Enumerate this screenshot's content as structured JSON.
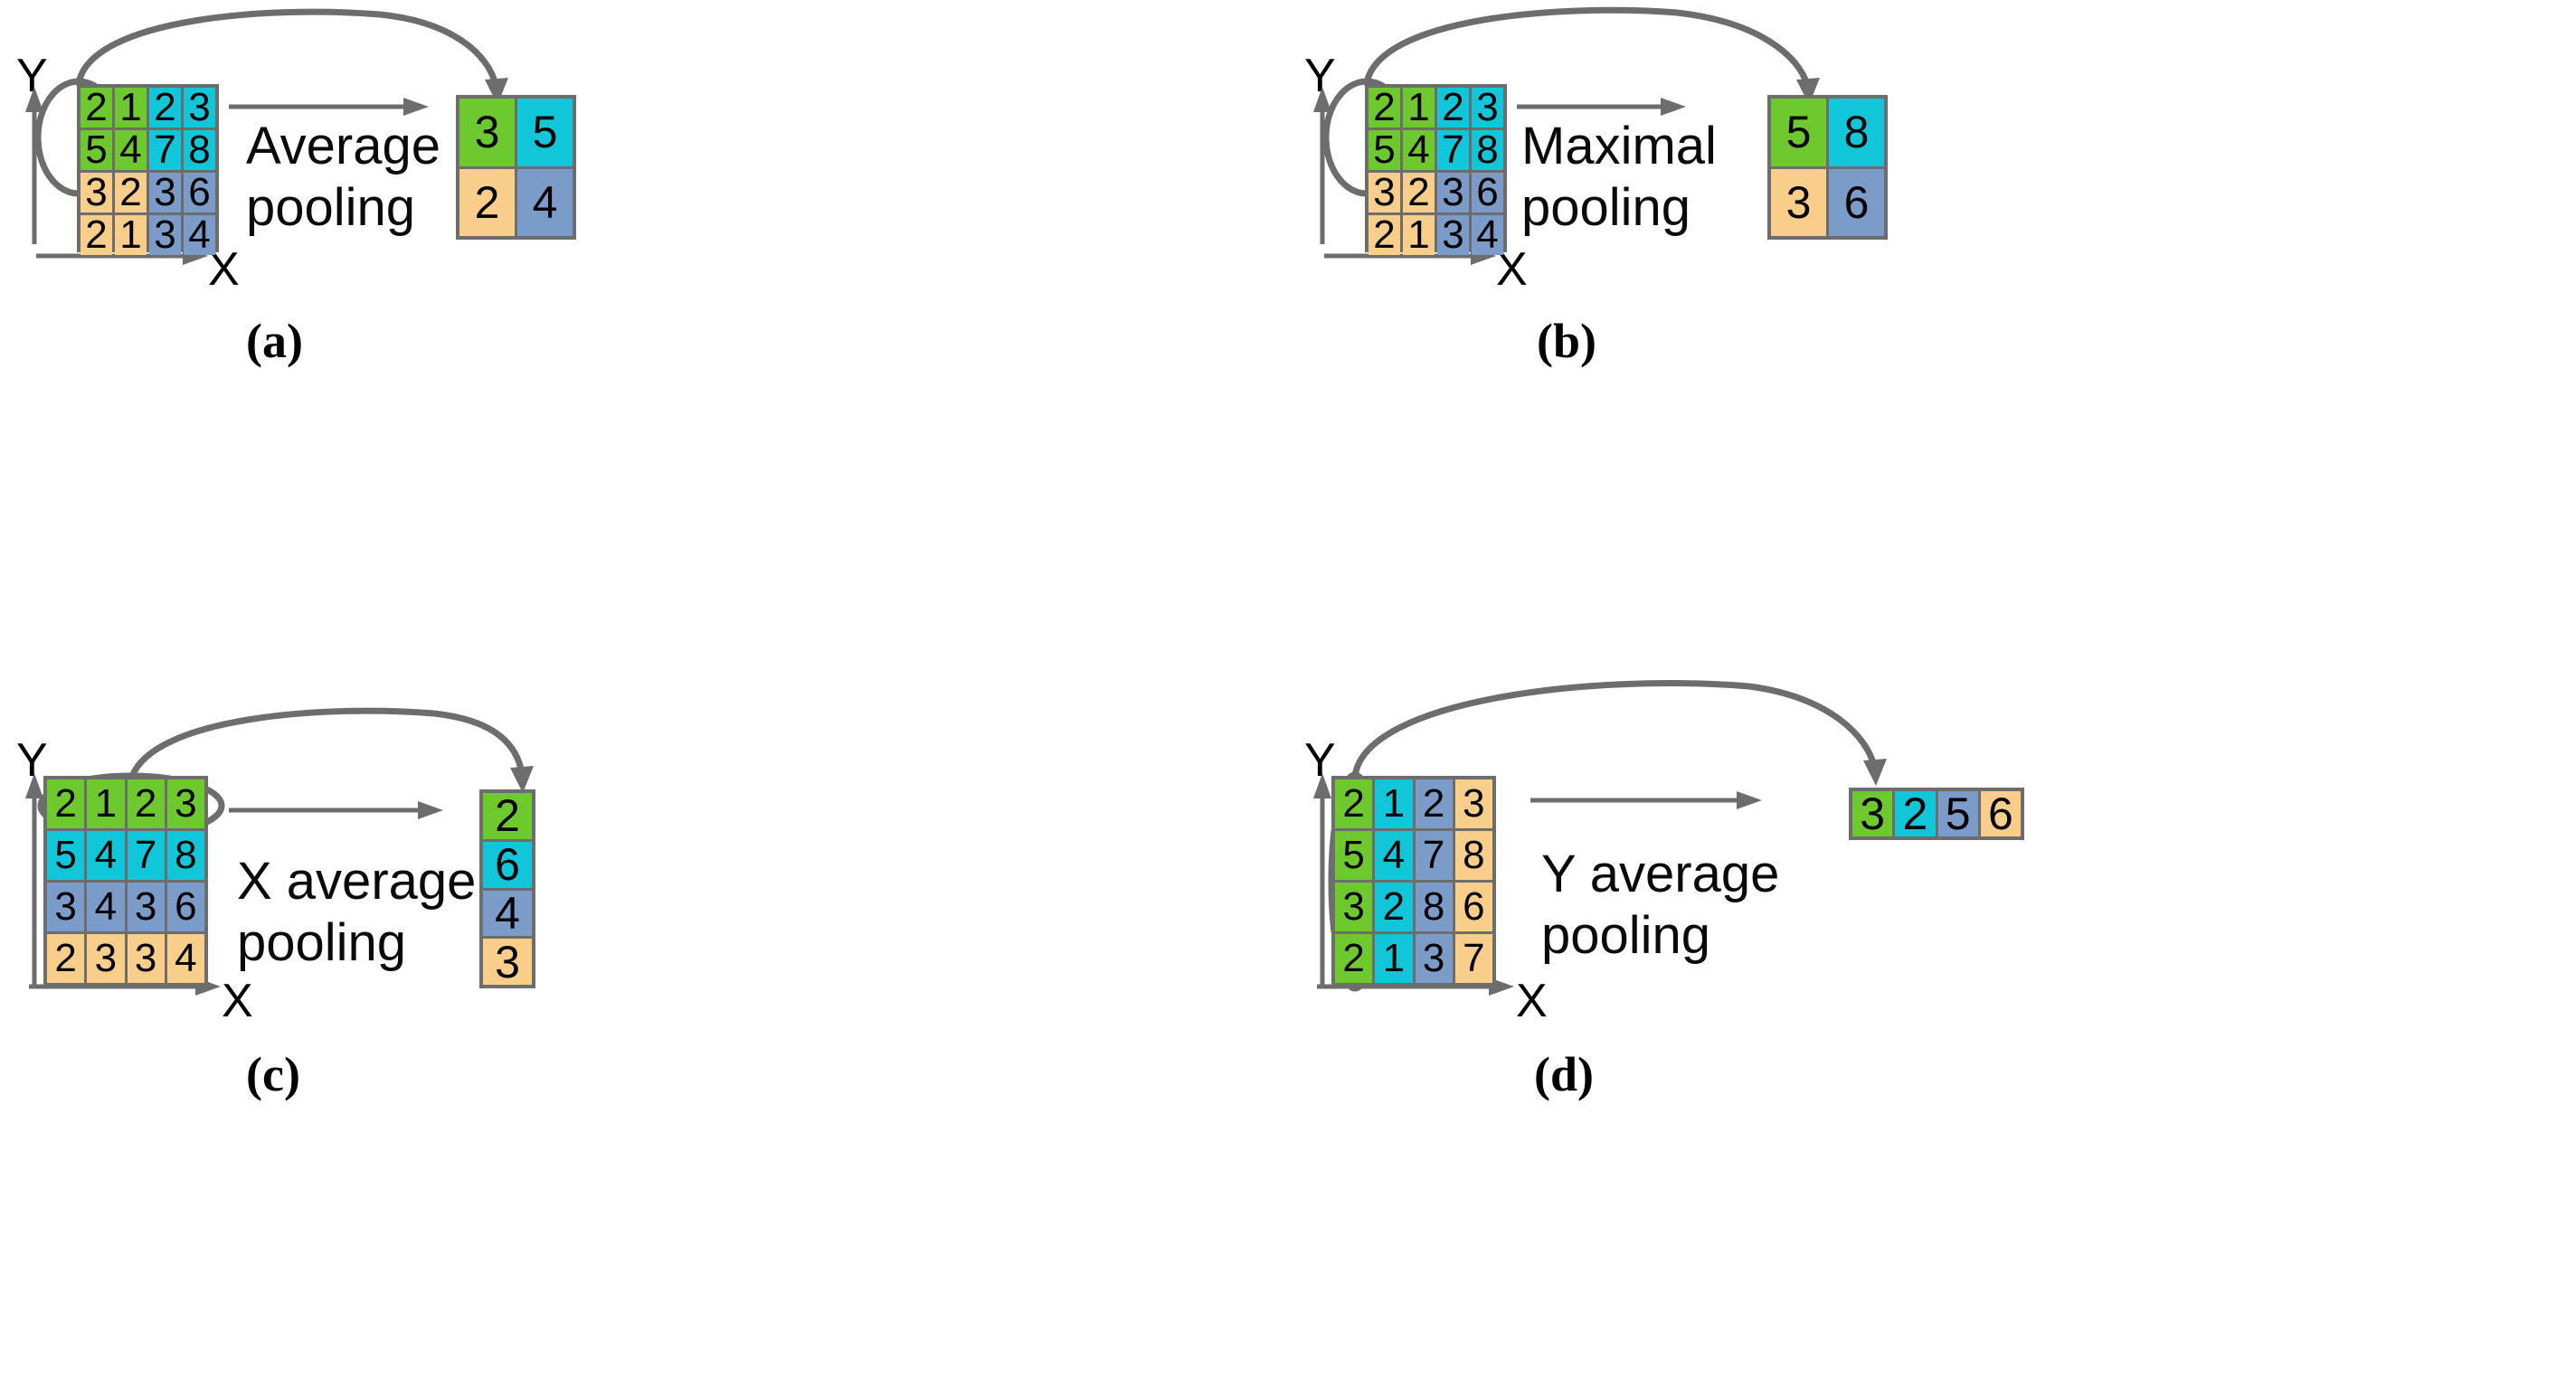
{
  "figure": {
    "title": "Pooling operation schematic",
    "colors": {
      "green": "#6ec92e",
      "cyan": "#10c6d8",
      "blue": "#7b9cc8",
      "orange": "#f9cd8a",
      "stroke": "#6d6d6d",
      "text": "#000000",
      "background": "#ffffff"
    }
  },
  "chart_data": {
    "type": "diagram",
    "title": "Pooling operation schematic",
    "panels": [
      {
        "id": "a",
        "caption": "(a)",
        "operation": "Average pooling",
        "operation_lines": [
          "Average",
          "pooling"
        ],
        "axis_y": "Y",
        "axis_x": "X",
        "input": {
          "rows": 4,
          "cols": 4,
          "values": [
            [
              2,
              1,
              2,
              3
            ],
            [
              5,
              4,
              7,
              8
            ],
            [
              3,
              2,
              3,
              6
            ],
            [
              2,
              1,
              3,
              4
            ]
          ],
          "colors": [
            [
              "green",
              "green",
              "cyan",
              "cyan"
            ],
            [
              "green",
              "green",
              "cyan",
              "cyan"
            ],
            [
              "orange",
              "orange",
              "blue",
              "blue"
            ],
            [
              "orange",
              "orange",
              "blue",
              "blue"
            ]
          ]
        },
        "output": {
          "rows": 2,
          "cols": 2,
          "values": [
            [
              3,
              5
            ],
            [
              2,
              4
            ]
          ],
          "colors": [
            [
              "green",
              "cyan"
            ],
            [
              "orange",
              "blue"
            ]
          ]
        },
        "highlight": "2x2 block top-left"
      },
      {
        "id": "b",
        "caption": "(b)",
        "operation": "Maximal pooling",
        "operation_lines": [
          "Maximal",
          "pooling"
        ],
        "axis_y": "Y",
        "axis_x": "X",
        "input": {
          "rows": 4,
          "cols": 4,
          "values": [
            [
              2,
              1,
              2,
              3
            ],
            [
              5,
              4,
              7,
              8
            ],
            [
              3,
              2,
              3,
              6
            ],
            [
              2,
              1,
              3,
              4
            ]
          ],
          "colors": [
            [
              "green",
              "green",
              "cyan",
              "cyan"
            ],
            [
              "green",
              "green",
              "cyan",
              "cyan"
            ],
            [
              "orange",
              "orange",
              "blue",
              "blue"
            ],
            [
              "orange",
              "orange",
              "blue",
              "blue"
            ]
          ]
        },
        "output": {
          "rows": 2,
          "cols": 2,
          "values": [
            [
              5,
              8
            ],
            [
              3,
              6
            ]
          ],
          "colors": [
            [
              "green",
              "cyan"
            ],
            [
              "orange",
              "blue"
            ]
          ]
        },
        "highlight": "2x2 block top-left"
      },
      {
        "id": "c",
        "caption": "(c)",
        "operation": "X average pooling",
        "operation_lines": [
          "X average",
          "pooling"
        ],
        "axis_y": "Y",
        "axis_x": "X",
        "input": {
          "rows": 4,
          "cols": 4,
          "values": [
            [
              2,
              1,
              2,
              3
            ],
            [
              5,
              4,
              7,
              8
            ],
            [
              3,
              4,
              3,
              6
            ],
            [
              2,
              3,
              3,
              4
            ]
          ],
          "colors": [
            [
              "green",
              "green",
              "green",
              "green"
            ],
            [
              "cyan",
              "cyan",
              "cyan",
              "cyan"
            ],
            [
              "blue",
              "blue",
              "blue",
              "blue"
            ],
            [
              "orange",
              "orange",
              "orange",
              "orange"
            ]
          ]
        },
        "output": {
          "rows": 4,
          "cols": 1,
          "values": [
            [
              2
            ],
            [
              6
            ],
            [
              4
            ],
            [
              3
            ]
          ],
          "colors": [
            [
              "green"
            ],
            [
              "cyan"
            ],
            [
              "blue"
            ],
            [
              "orange"
            ]
          ]
        },
        "highlight": "top row"
      },
      {
        "id": "d",
        "caption": "(d)",
        "operation": "Y average pooling",
        "operation_lines": [
          "Y average",
          "pooling"
        ],
        "axis_y": "Y",
        "axis_x": "X",
        "input": {
          "rows": 4,
          "cols": 4,
          "values": [
            [
              2,
              1,
              2,
              3
            ],
            [
              5,
              4,
              7,
              8
            ],
            [
              3,
              2,
              8,
              6
            ],
            [
              2,
              1,
              3,
              7
            ]
          ],
          "colors": [
            [
              "green",
              "cyan",
              "blue",
              "orange"
            ],
            [
              "green",
              "cyan",
              "blue",
              "orange"
            ],
            [
              "green",
              "cyan",
              "blue",
              "orange"
            ],
            [
              "green",
              "cyan",
              "blue",
              "orange"
            ]
          ]
        },
        "output": {
          "rows": 1,
          "cols": 4,
          "values": [
            [
              3,
              2,
              5,
              6
            ]
          ],
          "colors": [
            [
              "green",
              "cyan",
              "blue",
              "orange"
            ]
          ]
        },
        "highlight": "left column"
      }
    ]
  }
}
